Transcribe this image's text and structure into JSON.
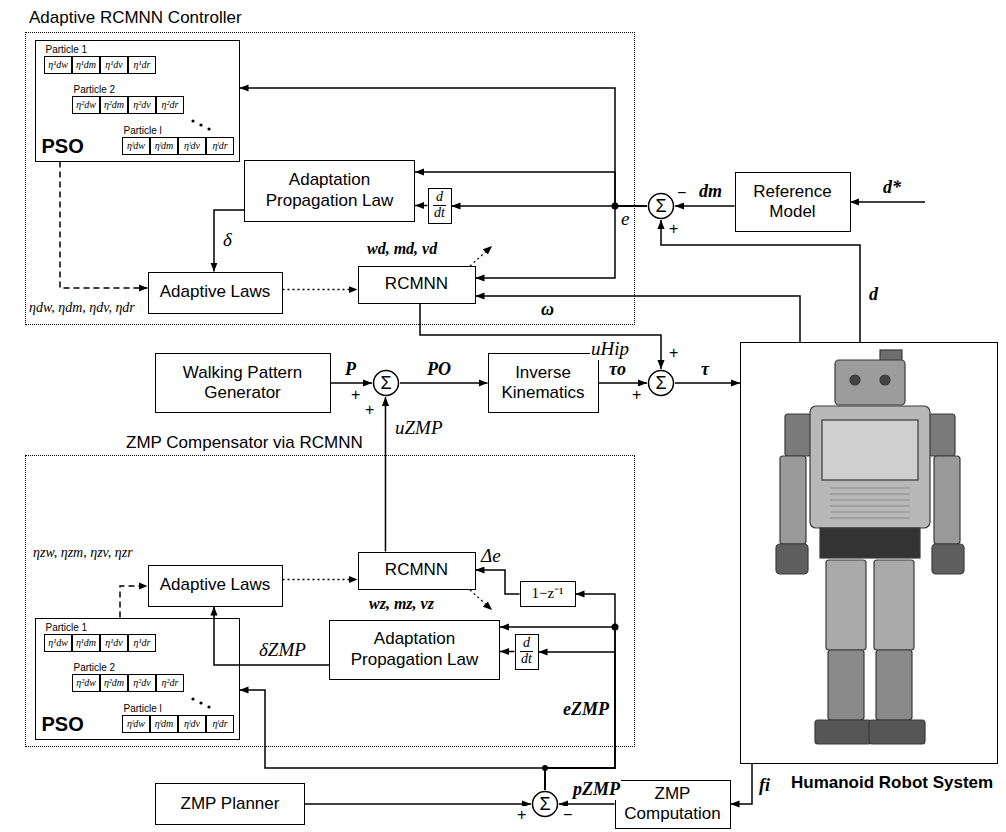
{
  "diagram": {
    "nodes": [
      {
        "text": [
          "Adaptive RCMNN Controller"
        ]
      },
      {
        "text": [
          "Particle 1",
          "Particle 2",
          "Particle l",
          "PSO"
        ],
        "in": 0
      },
      {
        "text": [
          "η¹dw"
        ],
        "in": 1
      },
      {
        "text": [
          "η¹dm"
        ],
        "in": 1
      },
      {
        "text": [
          "η¹dv"
        ],
        "in": 1
      },
      {
        "text": [
          "η¹dr"
        ],
        "in": 1
      },
      {
        "text": [
          "η²dw"
        ],
        "in": 1
      },
      {
        "text": [
          "η²dm"
        ],
        "in": 1
      },
      {
        "text": [
          "η²dv"
        ],
        "in": 1
      },
      {
        "text": [
          "η²dr"
        ],
        "in": 1
      },
      {
        "text": [
          "ηˡdw"
        ],
        "in": 1
      },
      {
        "text": [
          "ηˡdm"
        ],
        "in": 1
      },
      {
        "text": [
          "ηˡdv"
        ],
        "in": 1
      },
      {
        "text": [
          "ηˡdr"
        ],
        "in": 1
      },
      {
        "text": [
          "Adaptation Propagation Law"
        ],
        "in": 0
      },
      {
        "text": [
          "d",
          "dt"
        ],
        "in": 0
      },
      {
        "text": [
          "Adaptive Laws"
        ],
        "in": 0
      },
      {
        "text": [
          "RCMNN"
        ],
        "in": 0
      },
      {
        "text": [
          "Reference Model"
        ]
      },
      {
        "text": [
          "Σ"
        ]
      },
      {
        "text": [
          "Walking Pattern Generator"
        ]
      },
      {
        "text": [
          "Σ"
        ]
      },
      {
        "text": [
          "Inverse Kinematics"
        ]
      },
      {
        "text": [
          "Σ"
        ]
      },
      {
        "text": [
          "Humanoid Robot System"
        ]
      },
      {
        "text": [
          "ZMP Compensator via RCMNN"
        ]
      },
      {
        "text": [
          "Adaptive Laws"
        ],
        "in": 25
      },
      {
        "text": [
          "RCMNN"
        ],
        "in": 25
      },
      {
        "text": [
          "1−z⁻¹"
        ],
        "in": 25
      },
      {
        "text": [
          "Adaptation Propagation Law"
        ],
        "in": 25
      },
      {
        "text": [
          "d",
          "dt"
        ],
        "in": 25
      },
      {
        "text": [
          "Particle 1",
          "Particle 2",
          "Particle l",
          "PSO"
        ],
        "in": 25
      },
      {
        "text": [
          "η¹dw"
        ],
        "in": 31
      },
      {
        "text": [
          "η¹dm"
        ],
        "in": 31
      },
      {
        "text": [
          "η¹dv"
        ],
        "in": 31
      },
      {
        "text": [
          "η¹dr"
        ],
        "in": 31
      },
      {
        "text": [
          "η²dw"
        ],
        "in": 31
      },
      {
        "text": [
          "η²dm"
        ],
        "in": 31
      },
      {
        "text": [
          "η²dv"
        ],
        "in": 31
      },
      {
        "text": [
          "η²dr"
        ],
        "in": 31
      },
      {
        "text": [
          "ηˡdw"
        ],
        "in": 31
      },
      {
        "text": [
          "ηˡdm"
        ],
        "in": 31
      },
      {
        "text": [
          "ηˡdv"
        ],
        "in": 31
      },
      {
        "text": [
          "ηˡdr"
        ],
        "in": 31
      },
      {
        "text": [
          "ZMP Planner"
        ]
      },
      {
        "text": [
          "Σ"
        ]
      },
      {
        "text": [
          "ZMP Computation"
        ]
      }
    ],
    "edges": [
      {
        "from": 19,
        "to": 1,
        "arrow": "to"
      },
      {
        "from": 19,
        "to": 14,
        "arrow": "to"
      },
      {
        "from": 19,
        "to": 15,
        "arrow": "to"
      },
      {
        "from": 15,
        "to": 14,
        "arrow": "to"
      },
      {
        "from": 19,
        "to": 17,
        "arrow": "to"
      },
      {
        "from": 14,
        "to": 16,
        "arrow": "to",
        "label": "δ"
      },
      {
        "from": 1,
        "to": 16,
        "arrow": "to",
        "label": "ηdw, ηdm, ηdv, ηdr"
      },
      {
        "from": 16,
        "to": 17,
        "arrow": "to"
      },
      {
        "from": 18,
        "to": 19,
        "arrow": "to",
        "label": "dm"
      },
      {
        "from": 24,
        "to": 19,
        "arrow": "to",
        "label": "d"
      },
      {
        "from": 24,
        "to": 17,
        "arrow": "to",
        "label": "ω"
      },
      {
        "from": 17,
        "to": 23,
        "arrow": "to",
        "label": "uHip"
      },
      {
        "from": 20,
        "to": 21,
        "arrow": "to",
        "label": "P"
      },
      {
        "from": 21,
        "to": 22,
        "arrow": "to",
        "label": "PO"
      },
      {
        "from": 22,
        "to": 23,
        "arrow": "to",
        "label": "τo"
      },
      {
        "from": 23,
        "to": 24,
        "arrow": "to",
        "label": "τ"
      },
      {
        "from": 27,
        "to": 21,
        "arrow": "to",
        "label": "uZMP"
      },
      {
        "from": 24,
        "to": 46,
        "arrow": "to",
        "label": "fi"
      },
      {
        "from": 46,
        "to": 45,
        "arrow": "to",
        "label": "pZMP"
      },
      {
        "from": 44,
        "to": 45,
        "arrow": "to"
      },
      {
        "from": 45,
        "to": 31,
        "arrow": "to"
      },
      {
        "from": 45,
        "to": 28,
        "arrow": "to"
      },
      {
        "from": 45,
        "to": 30,
        "arrow": "to"
      },
      {
        "from": 45,
        "to": 29,
        "arrow": "to"
      },
      {
        "from": 30,
        "to": 29,
        "arrow": "to"
      },
      {
        "from": 28,
        "to": 27,
        "arrow": "to",
        "label": "Δe"
      },
      {
        "from": 29,
        "to": 26,
        "arrow": "to",
        "label": "δZMP"
      },
      {
        "from": 31,
        "to": 26,
        "arrow": "to",
        "label": "ηzw, ηzm, ηzv, ηzr"
      },
      {
        "from": 26,
        "to": 27,
        "arrow": "to"
      }
    ],
    "labels": [
      "wd, md, vd",
      "e",
      "d*",
      "wz, mz, vz",
      "eZMP",
      "−",
      "+",
      "+",
      "+",
      "+",
      "+",
      "+",
      "−"
    ]
  }
}
